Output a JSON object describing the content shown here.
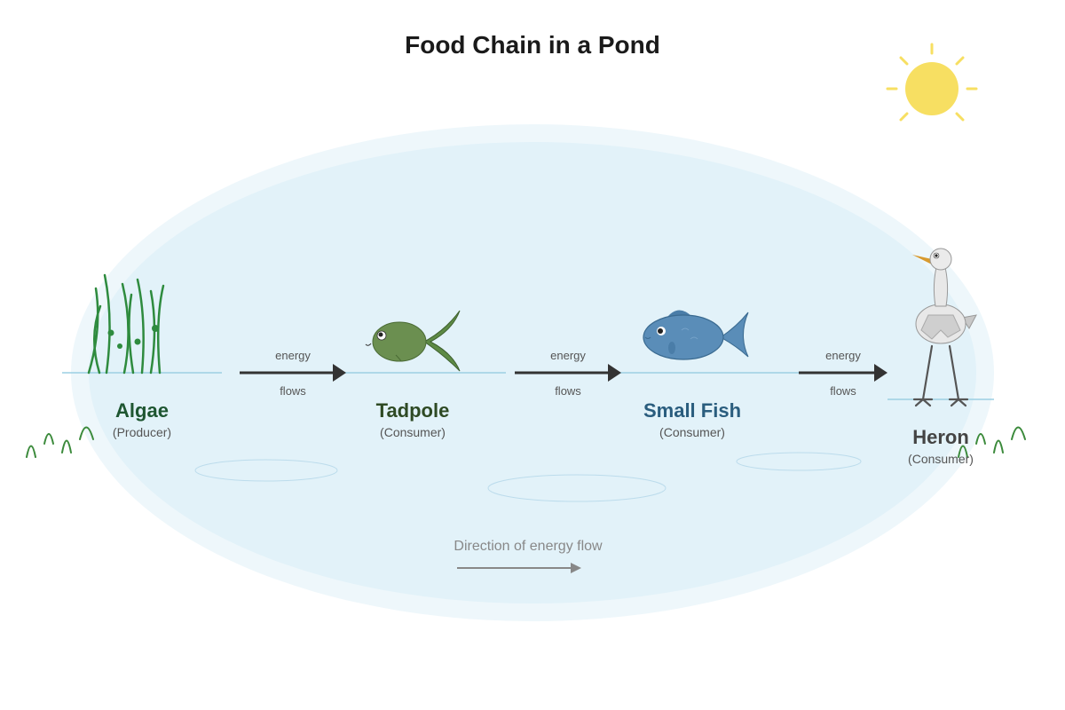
{
  "title": "Food Chain in a Pond",
  "organisms": [
    {
      "name": "Algae",
      "role": "(Producer)",
      "icon": "algae-icon",
      "color": "#1e5631"
    },
    {
      "name": "Tadpole",
      "role": "(Consumer)",
      "icon": "tadpole-icon",
      "color": "#2e4a24"
    },
    {
      "name": "Small Fish",
      "role": "(Consumer)",
      "icon": "fish-icon",
      "color": "#2a5d7e"
    },
    {
      "name": "Heron",
      "role": "(Consumer)",
      "icon": "heron-icon",
      "color": "#444444"
    }
  ],
  "arrows": [
    {
      "top": "energy",
      "bottom": "flows"
    },
    {
      "top": "energy",
      "bottom": "flows"
    },
    {
      "top": "energy",
      "bottom": "flows"
    }
  ],
  "legend": {
    "caption": "Direction of energy flow"
  },
  "colors": {
    "pond": "#e2f2f9",
    "pond_edge": "#eef7fb",
    "sun": "#f7df62",
    "plant": "#2e8b3e",
    "arrow": "#333333"
  }
}
